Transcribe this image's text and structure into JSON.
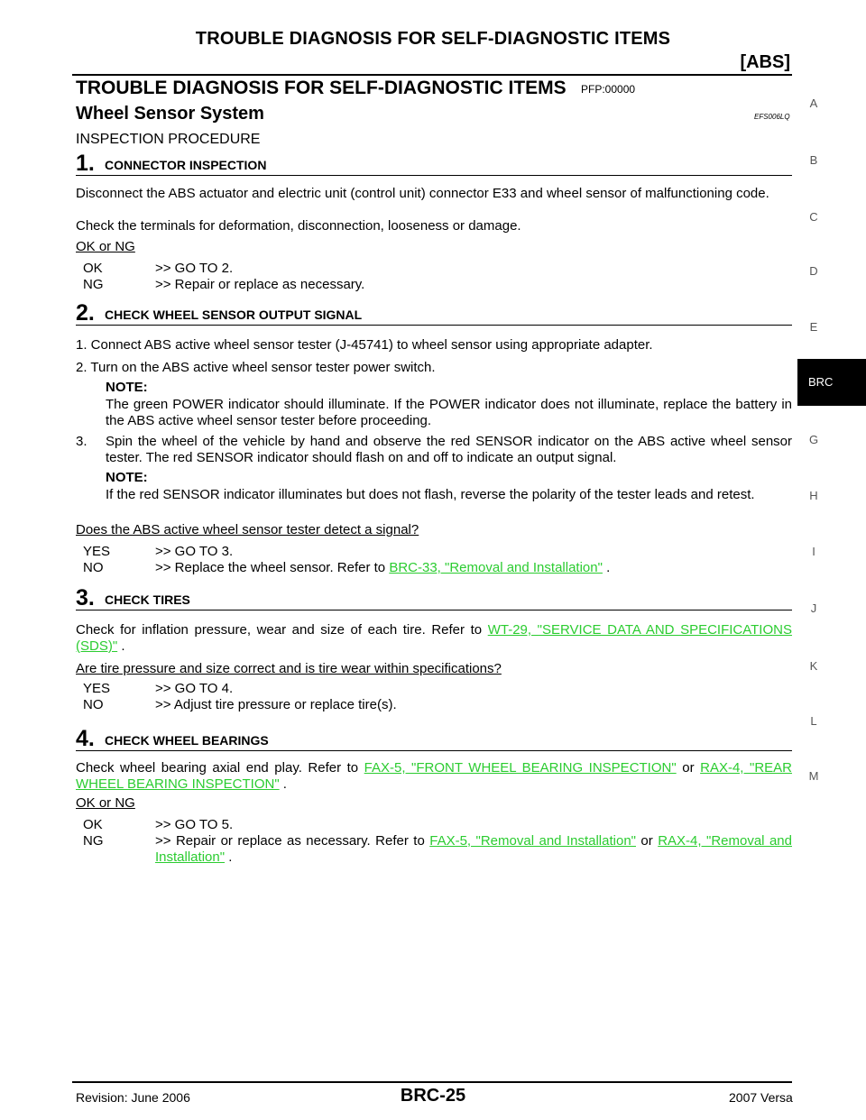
{
  "header": {
    "title": "TROUBLE DIAGNOSIS FOR SELF-DIAGNOSTIC ITEMS",
    "subtitle": "[ABS]"
  },
  "doc": {
    "title": "TROUBLE DIAGNOSIS FOR SELF-DIAGNOSTIC ITEMS",
    "pfp": "PFP:00000",
    "section": "Wheel Sensor System",
    "efs": "EFS006LQ",
    "proc": "INSPECTION PROCEDURE"
  },
  "steps": [
    {
      "num": "1.",
      "title": "CONNECTOR INSPECTION",
      "body1": "Disconnect the ABS actuator and electric unit (control unit) connector E33 and wheel sensor of malfunctioning code.",
      "body2": "Check the terminals for deformation, disconnection, looseness or damage.",
      "question": "OK or NG",
      "a_key": "OK",
      "a_val": ">> GO TO 2.",
      "b_key": "NG",
      "b_val": ">> Repair or replace as necessary."
    },
    {
      "num": "2.",
      "title": "CHECK WHEEL SENSOR OUTPUT SIGNAL",
      "item1": "1.  Connect ABS active wheel sensor tester (J-45741) to wheel sensor using appropriate adapter.",
      "item2": "2.  Turn on the ABS active wheel sensor tester power switch.",
      "note_label": "NOTE:",
      "note1": "The green POWER indicator should illuminate. If the POWER indicator does not illuminate, replace the battery in the ABS active wheel sensor tester before proceeding.",
      "item3_num": "3.",
      "item3": "Spin the wheel of the vehicle by hand and observe the red SENSOR indicator on the ABS active wheel sensor tester. The red SENSOR indicator should flash on and off to indicate an output signal.",
      "note2": "If the red SENSOR indicator illuminates but does not flash, reverse the polarity of the tester leads and retest.",
      "question": "Does the ABS active wheel sensor tester detect a signal?",
      "a_key": "YES",
      "a_val": ">> GO TO 3.",
      "b_key": "NO",
      "b_val": ">> Replace the wheel sensor. Refer to ",
      "b_link": "BRC-33, \"Removal and Installation\"",
      "b_end": " ."
    },
    {
      "num": "3.",
      "title": "CHECK TIRES",
      "body_pre": "Check for inflation pressure, wear and size of each tire. Refer to ",
      "link": "WT-29, \"SERVICE DATA AND SPECIFICATIONS (SDS)\"",
      "body_end": " .",
      "question": "Are tire pressure and size correct and is tire wear within specifications?",
      "a_key": "YES",
      "a_val": ">> GO TO 4.",
      "b_key": "NO",
      "b_val": ">> Adjust tire pressure or replace tire(s)."
    },
    {
      "num": "4.",
      "title": "CHECK WHEEL BEARINGS",
      "body_pre": "Check wheel bearing axial end play. Refer to ",
      "link1": "FAX-5, \"FRONT WHEEL BEARING INSPECTION\"",
      "mid": "  or ",
      "link2": "RAX-4, \"REAR WHEEL BEARING INSPECTION\"",
      "body_end": " .",
      "question": "OK or NG",
      "a_key": "OK",
      "a_val": ">> GO TO 5.",
      "b_key": "NG",
      "b_val": ">> Repair or replace as necessary. Refer to ",
      "b_link1": "FAX-5, \"Removal and Installation\"",
      "b_mid": "  or ",
      "b_link2": "RAX-4, \"Removal and Installation\"",
      "b_end": " ."
    }
  ],
  "sidebar": {
    "letters": [
      "A",
      "B",
      "C",
      "D",
      "E",
      "G",
      "H",
      "I",
      "J",
      "K",
      "L",
      "M"
    ],
    "active_tab": "BRC"
  },
  "footer": {
    "left": "Revision: June 2006",
    "center": "BRC-25",
    "right": "2007 Versa"
  },
  "colors": {
    "link": "#2bcc30",
    "tab_bg": "#000000"
  }
}
